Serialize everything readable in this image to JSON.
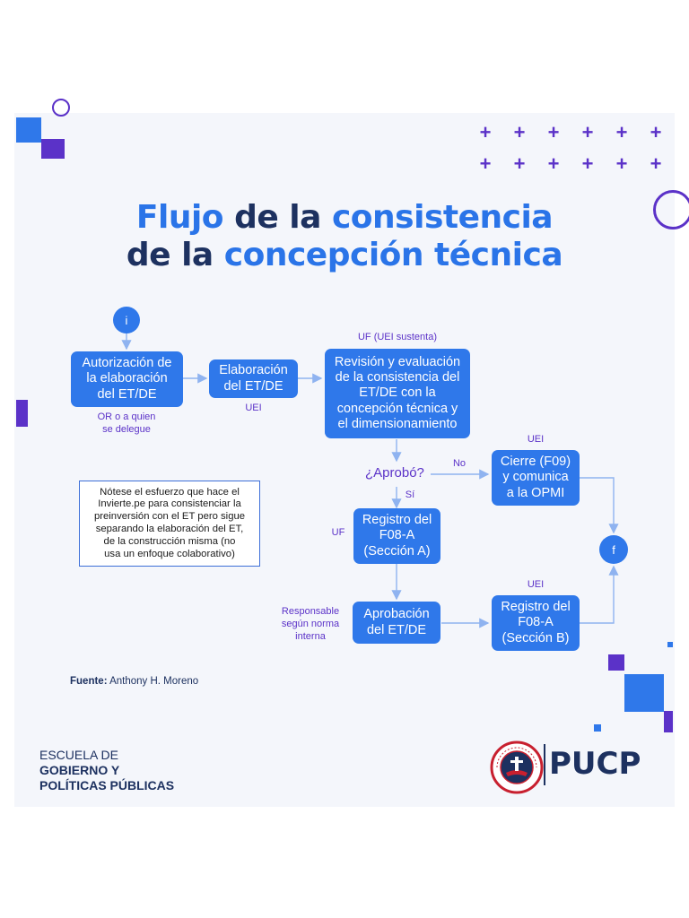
{
  "title": {
    "line1": [
      {
        "text": "Flujo",
        "color": "blue"
      },
      {
        "text": " de la ",
        "color": "dark"
      },
      {
        "text": "consistencia",
        "color": "blue"
      }
    ],
    "line2": [
      {
        "text": "de la ",
        "color": "dark"
      },
      {
        "text": "concepción técnica",
        "color": "blue"
      }
    ]
  },
  "flow": {
    "start_node": "i",
    "end_node": "f",
    "authorization": "Autorización de\nla elaboración\ndel ET/DE",
    "authorization_note": "OR o a quien\nse delegue",
    "elaboration": "Elaboración\ndel ET/DE",
    "elaboration_actor": "UEI",
    "review_actor": "UF (UEI sustenta)",
    "review": "Revisión y evaluación\nde la consistencia del\nET/DE con la\nconcepción técnica y\nel dimensionamiento",
    "question": "¿Aprobó?",
    "no_label": "No",
    "yes_label": "Sí",
    "close_actor": "UEI",
    "close": "Cierre (F09)\ny comunica\na la OPMI",
    "registro_a_actor": "UF",
    "registro_a": "Registro del\nF08-A\n(Sección A)",
    "approval_actor": "Responsable\nsegún norma\ninterna",
    "approval": "Aprobación\ndel ET/DE",
    "registro_b_actor": "UEI",
    "registro_b": "Registro del\nF08-A\n(Sección B)"
  },
  "note": "Nótese el esfuerzo que hace el\nInvierte.pe para consistenciar la\npreinversión con el ET pero sigue\nseparando la elaboración del ET,\nde la construcción misma (no\nusa un enfoque colaborativo)",
  "source": {
    "label": "Fuente:",
    "text": " Anthony H. Moreno"
  },
  "footer": {
    "school_line1": "ESCUELA DE",
    "school_line2": "GOBIERNO Y",
    "school_line3": "POLÍTICAS PÚBLICAS",
    "brand": "PUCP",
    "seal_text": "ET LUX IN TENEBRIS LUCET"
  },
  "colors": {
    "blue": "#2a74e8",
    "dark": "#1d3160",
    "box": "#2f78ea",
    "accent_purple": "#5b32c8",
    "card_bg": "#f4f6fb"
  }
}
